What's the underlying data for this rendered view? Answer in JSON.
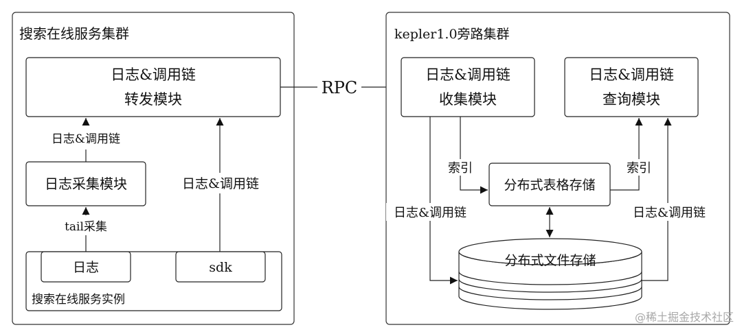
{
  "left_cluster": {
    "title": "搜索在线服务集群",
    "forward_module": {
      "line1": "日志&调用链",
      "line2": "转发模块"
    },
    "collect_label": "日志&调用链",
    "log_collect_module": "日志采集模块",
    "tail_label": "tail采集",
    "sdk_label_arrow": "日志&调用链",
    "instance": {
      "title": "搜索在线服务实例",
      "log_box": "日志",
      "sdk_box": "sdk"
    }
  },
  "rpc_label": "RPC",
  "right_cluster": {
    "title": "kepler1.0旁路集群",
    "collect_module": {
      "line1": "日志&调用链",
      "line2": "收集模块"
    },
    "query_module": {
      "line1": "日志&调用链",
      "line2": "查询模块"
    },
    "index_left": "索引",
    "index_right": "索引",
    "table_storage": "分布式表格存储",
    "file_storage": "分布式文件存储",
    "log_left": "日志&调用链",
    "log_right": "日志&调用链"
  },
  "watermark": "@稀土掘金技术社区"
}
